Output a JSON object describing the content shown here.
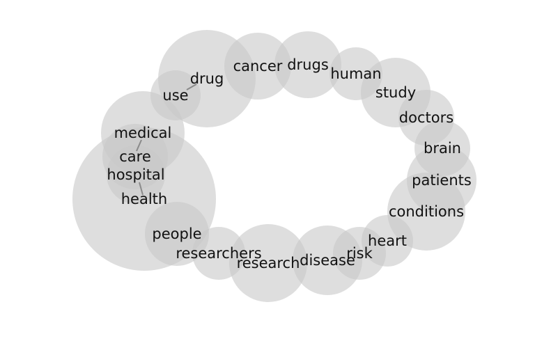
{
  "diagram": {
    "bubble_color": "#c8c8c8",
    "text_color": "#111111",
    "nodes": [
      {
        "id": "health",
        "label": "health"
      },
      {
        "id": "medical",
        "label": "medical"
      },
      {
        "id": "care",
        "label": "care"
      },
      {
        "id": "hospital",
        "label": "hospital"
      },
      {
        "id": "use",
        "label": "use"
      },
      {
        "id": "drug",
        "label": "drug"
      },
      {
        "id": "cancer",
        "label": "cancer"
      },
      {
        "id": "drugs",
        "label": "drugs"
      },
      {
        "id": "human",
        "label": "human"
      },
      {
        "id": "study",
        "label": "study"
      },
      {
        "id": "doctors",
        "label": "doctors"
      },
      {
        "id": "brain",
        "label": "brain"
      },
      {
        "id": "patients",
        "label": "patients"
      },
      {
        "id": "conditions",
        "label": "conditions"
      },
      {
        "id": "heart",
        "label": "heart"
      },
      {
        "id": "risk",
        "label": "risk"
      },
      {
        "id": "disease",
        "label": "disease"
      },
      {
        "id": "research",
        "label": "research"
      },
      {
        "id": "researchers",
        "label": "researchers"
      },
      {
        "id": "people",
        "label": "people"
      }
    ],
    "links": [
      {
        "source": "medical",
        "target": "care"
      },
      {
        "source": "hospital",
        "target": "health"
      },
      {
        "source": "use",
        "target": "drug"
      }
    ]
  }
}
